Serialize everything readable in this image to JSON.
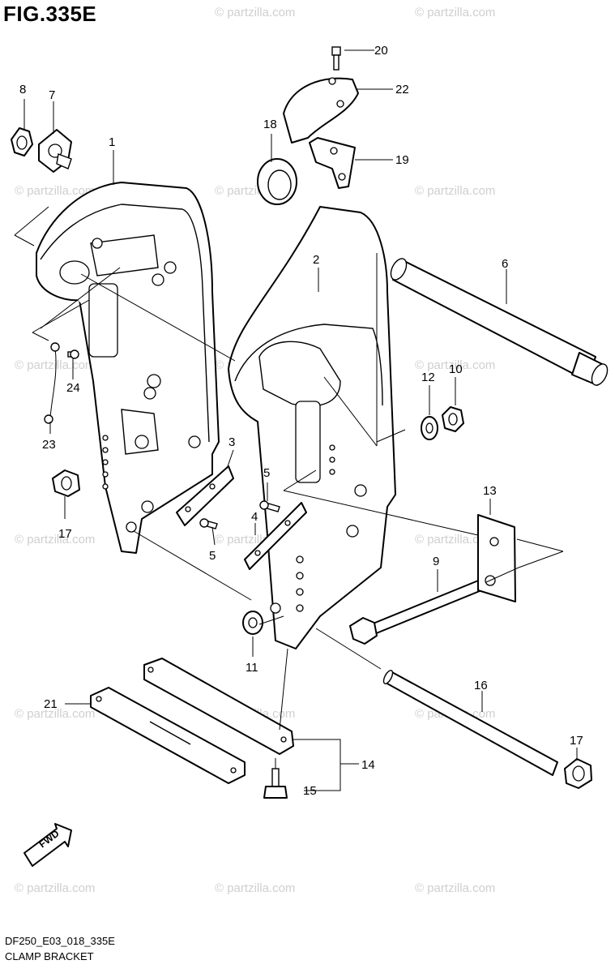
{
  "figure": {
    "title": "FIG.335E",
    "code": "DF250_E03_018_335E",
    "caption": "CLAMP BRACKET"
  },
  "watermark": "© partzilla.com",
  "direction_tag": "FWD",
  "callouts": {
    "c1": "1",
    "c2": "2",
    "c3": "3",
    "c4": "4",
    "c5a": "5",
    "c5b": "5",
    "c6": "6",
    "c7": "7",
    "c8": "8",
    "c9": "9",
    "c10": "10",
    "c11": "11",
    "c12": "12",
    "c13": "13",
    "c14": "14",
    "c15": "15",
    "c16": "16",
    "c17a": "17",
    "c17b": "17",
    "c18": "18",
    "c19": "19",
    "c20": "20",
    "c21": "21",
    "c22": "22",
    "c23": "23",
    "c24": "24"
  }
}
